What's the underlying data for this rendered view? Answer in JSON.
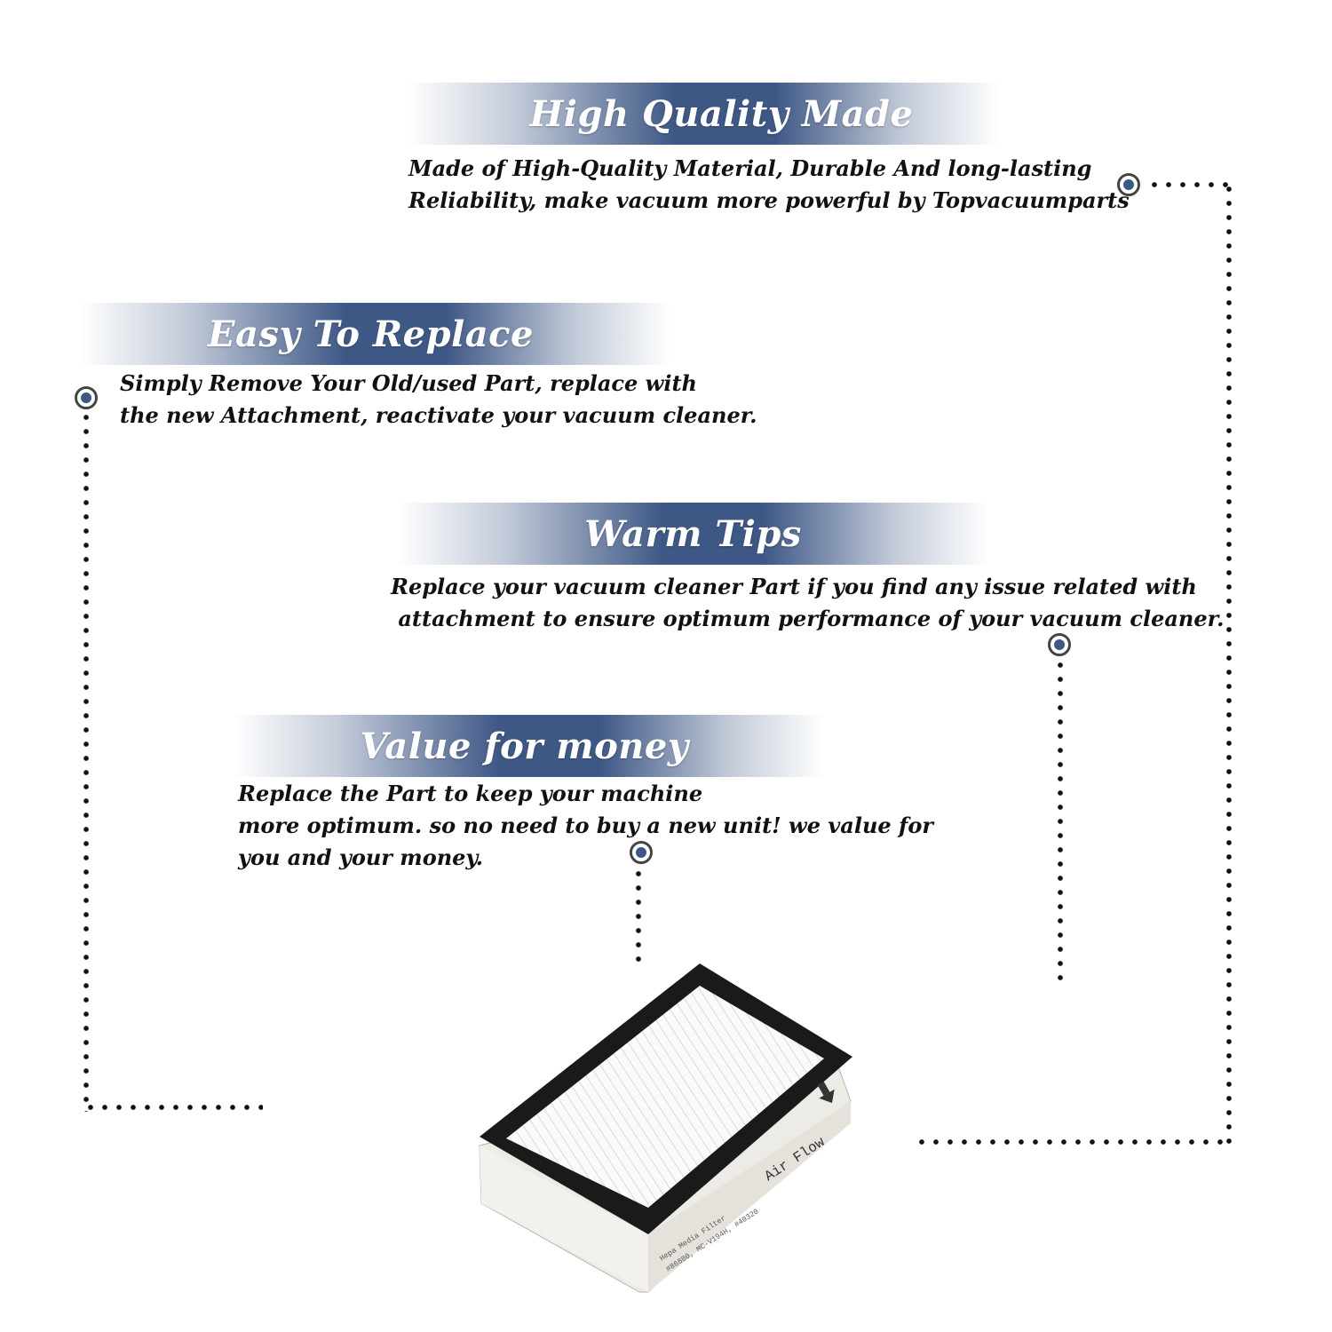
{
  "sections": [
    {
      "title": "High Quality Made",
      "lines": [
        "Made of  High-Quality Material, Durable And long-lasting",
        "Reliability, make vacuum more powerful by Topvacuumparts"
      ]
    },
    {
      "title": "Easy To Replace",
      "lines": [
        "Simply Remove Your Old/used Part, replace with",
        "the new Attachment, reactivate your vacuum cleaner."
      ]
    },
    {
      "title": "Warm Tips",
      "lines": [
        "Replace your vacuum cleaner Part if you find any issue related with",
        " attachment to ensure optimum performance of your vacuum cleaner."
      ]
    },
    {
      "title": "Value for money",
      "lines": [
        "Replace the Part to keep your machine",
        "more optimum. so no need to buy a new unit! we value for",
        "you and your money."
      ]
    }
  ],
  "product": {
    "label_air_flow": "Air Flow",
    "label_line1": "Hepa Media Filter",
    "label_line2": "#86880, MC-V194H, #40320"
  },
  "colors": {
    "banner_blue": "#3e5886",
    "marker_fill": "#3e5886",
    "text": "#111111"
  }
}
